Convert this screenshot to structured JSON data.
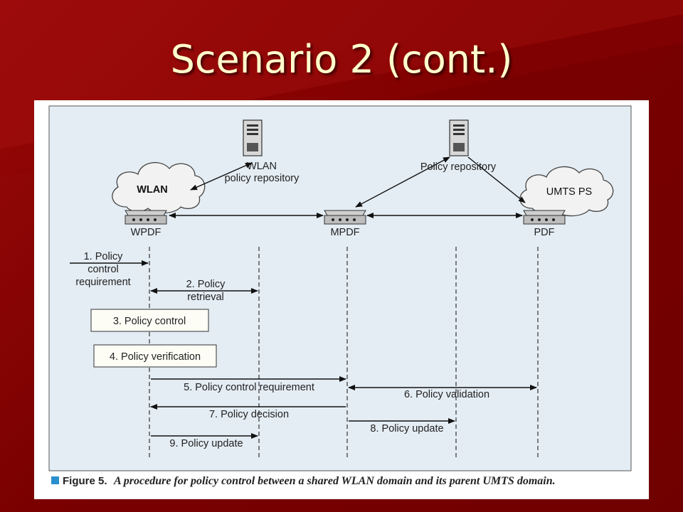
{
  "slide": {
    "title": "Scenario 2 (cont.)"
  },
  "figure": {
    "nodes": {
      "wlan_cloud": "WLAN",
      "umts_cloud": "UMTS PS",
      "wlan_repo_line1": "WLAN",
      "wlan_repo_line2": "policy repository",
      "policy_repo": "Policy repository",
      "wpdf": "WPDF",
      "mpdf": "MPDF",
      "pdf": "PDF"
    },
    "steps": {
      "s1_line1": "1. Policy",
      "s1_line2": "control",
      "s1_line3": "requirement",
      "s2_line1": "2. Policy",
      "s2_line2": "retrieval",
      "s3": "3. Policy control",
      "s4": "4. Policy verification",
      "s5": "5. Policy control requirement",
      "s6": "6. Policy validation",
      "s7": "7. Policy decision",
      "s8": "8. Policy update",
      "s9": "9. Policy update"
    },
    "caption": {
      "label": "Figure 5.",
      "text": "A procedure for policy control between a shared WLAN domain and its parent UMTS domain."
    },
    "colors": {
      "diagram_bg": "#e4edf4",
      "caption_marker": "#2a8fd0",
      "slide_title": "#ffffcc"
    }
  }
}
